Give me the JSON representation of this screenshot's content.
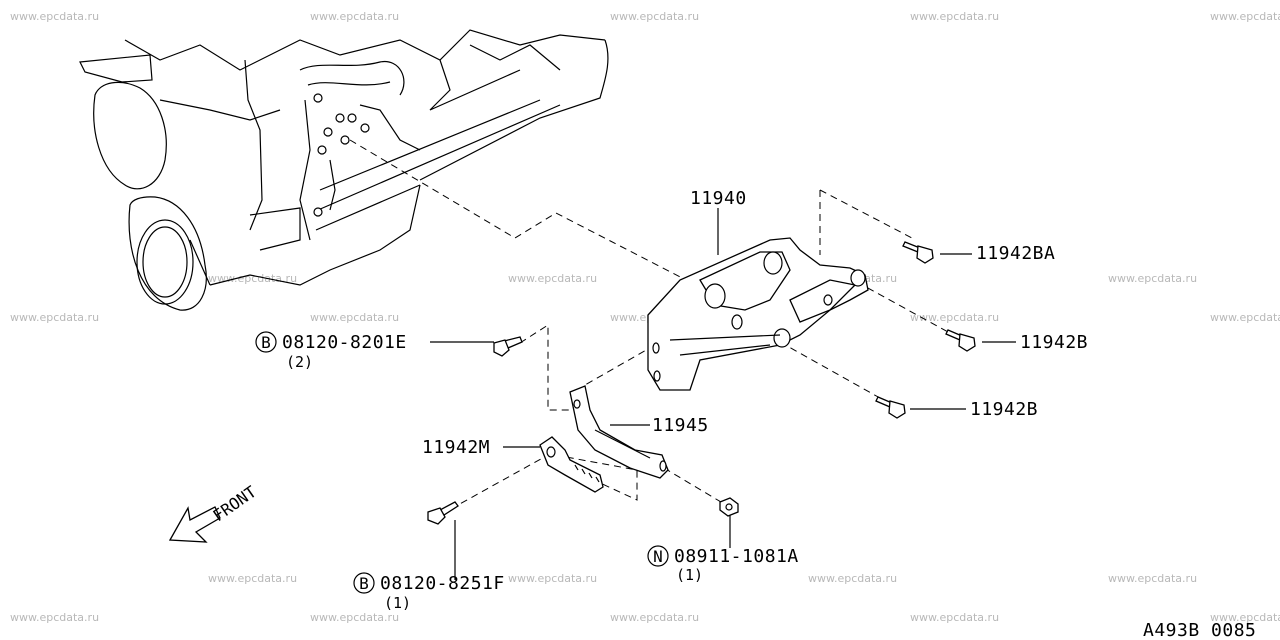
{
  "watermark": "www.epcdata.ru",
  "diagram_code": "A493B 0085",
  "front_label": "FRONT",
  "parts": {
    "bracket": {
      "number": "11940"
    },
    "stay": {
      "number": "11945"
    },
    "bolt_ba": {
      "number": "11942BA"
    },
    "bolt_b_upper": {
      "number": "11942B"
    },
    "bolt_b_lower": {
      "number": "11942B"
    },
    "bolt_m": {
      "number": "11942M"
    },
    "bolt_e": {
      "prefix": "B",
      "number": "08120-8201E",
      "qty": "(2)"
    },
    "bolt_f": {
      "prefix": "B",
      "number": "08120-8251F",
      "qty": "(1)"
    },
    "nut": {
      "prefix": "N",
      "number": "08911-1081A",
      "qty": "(1)"
    }
  }
}
